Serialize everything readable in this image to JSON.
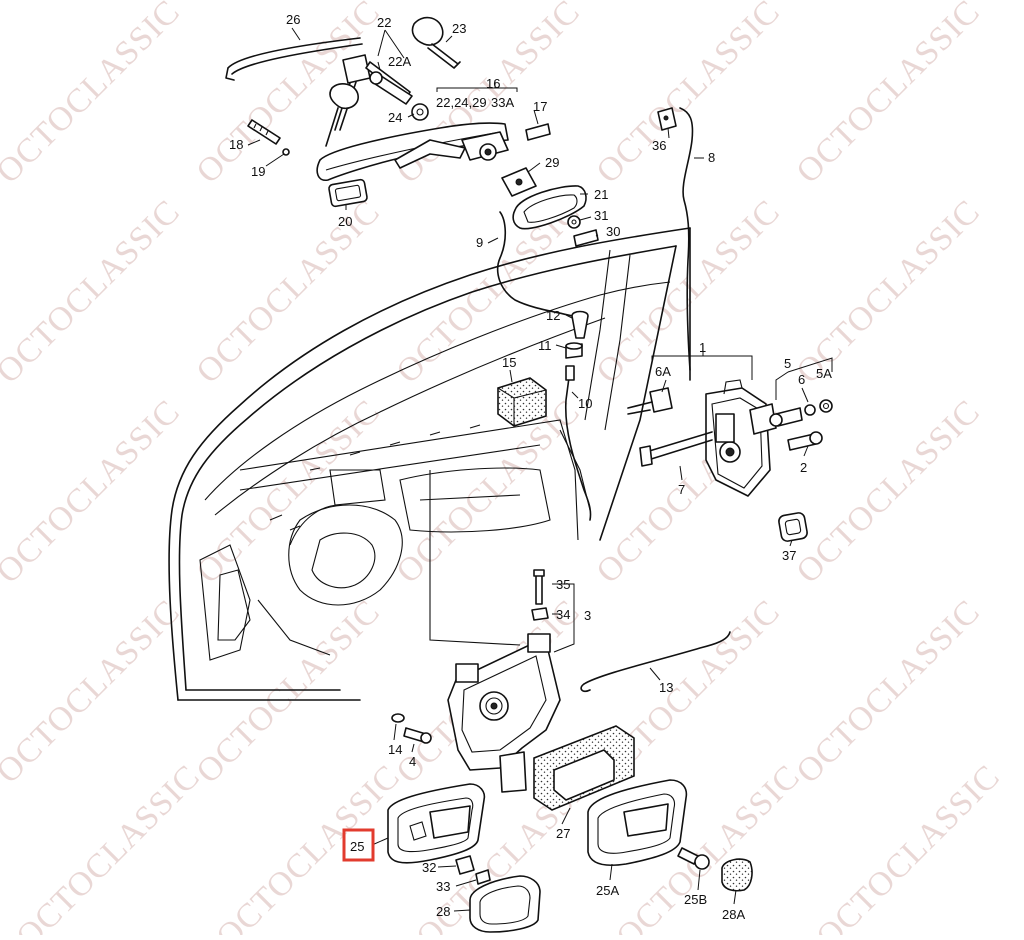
{
  "watermark": "OCTOCLASSIC",
  "highlight_color": "#e23b2e",
  "highlighted_label": "25",
  "labels": {
    "l1": "1",
    "l2": "2",
    "l3": "3",
    "l4": "4",
    "l5": "5",
    "l5a": "5A",
    "l6": "6",
    "l6a": "6A",
    "l7": "7",
    "l8": "8",
    "l9": "9",
    "l10": "10",
    "l11": "11",
    "l12": "12",
    "l13": "13",
    "l14": "14",
    "l15": "15",
    "l16": "16",
    "l16sub": "22,24,29",
    "l16sub2": "33A",
    "l17": "17",
    "l18": "18",
    "l19": "19",
    "l20": "20",
    "l21": "21",
    "l22": "22",
    "l22a": "22A",
    "l23": "23",
    "l24": "24",
    "l25": "25",
    "l25a": "25A",
    "l25b": "25B",
    "l26": "26",
    "l27": "27",
    "l28": "28",
    "l28a": "28A",
    "l29": "29",
    "l30": "30",
    "l31": "31",
    "l32": "32",
    "l33": "33",
    "l34": "34",
    "l35": "35",
    "l36": "36",
    "l37": "37"
  }
}
